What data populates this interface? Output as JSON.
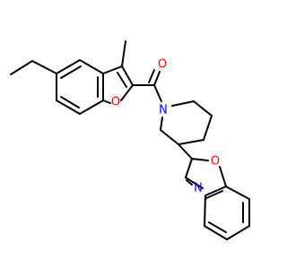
{
  "atoms": {
    "carbonyl_oxygen": {
      "label": "O",
      "color": "#ff0000"
    },
    "furan_oxygen": {
      "label": "O",
      "color": "#ff0000"
    },
    "piperidine_nitrogen": {
      "label": "N",
      "color": "#0000ff"
    },
    "oxazole_nitrogen": {
      "label": "N",
      "color": "#0000ff"
    },
    "oxazole_oxygen": {
      "label": "O",
      "color": "#ff0000"
    }
  },
  "colors": {
    "bond": "#000000",
    "oxygen": "#ff0000",
    "nitrogen": "#0000ff",
    "background": "#ffffff"
  }
}
